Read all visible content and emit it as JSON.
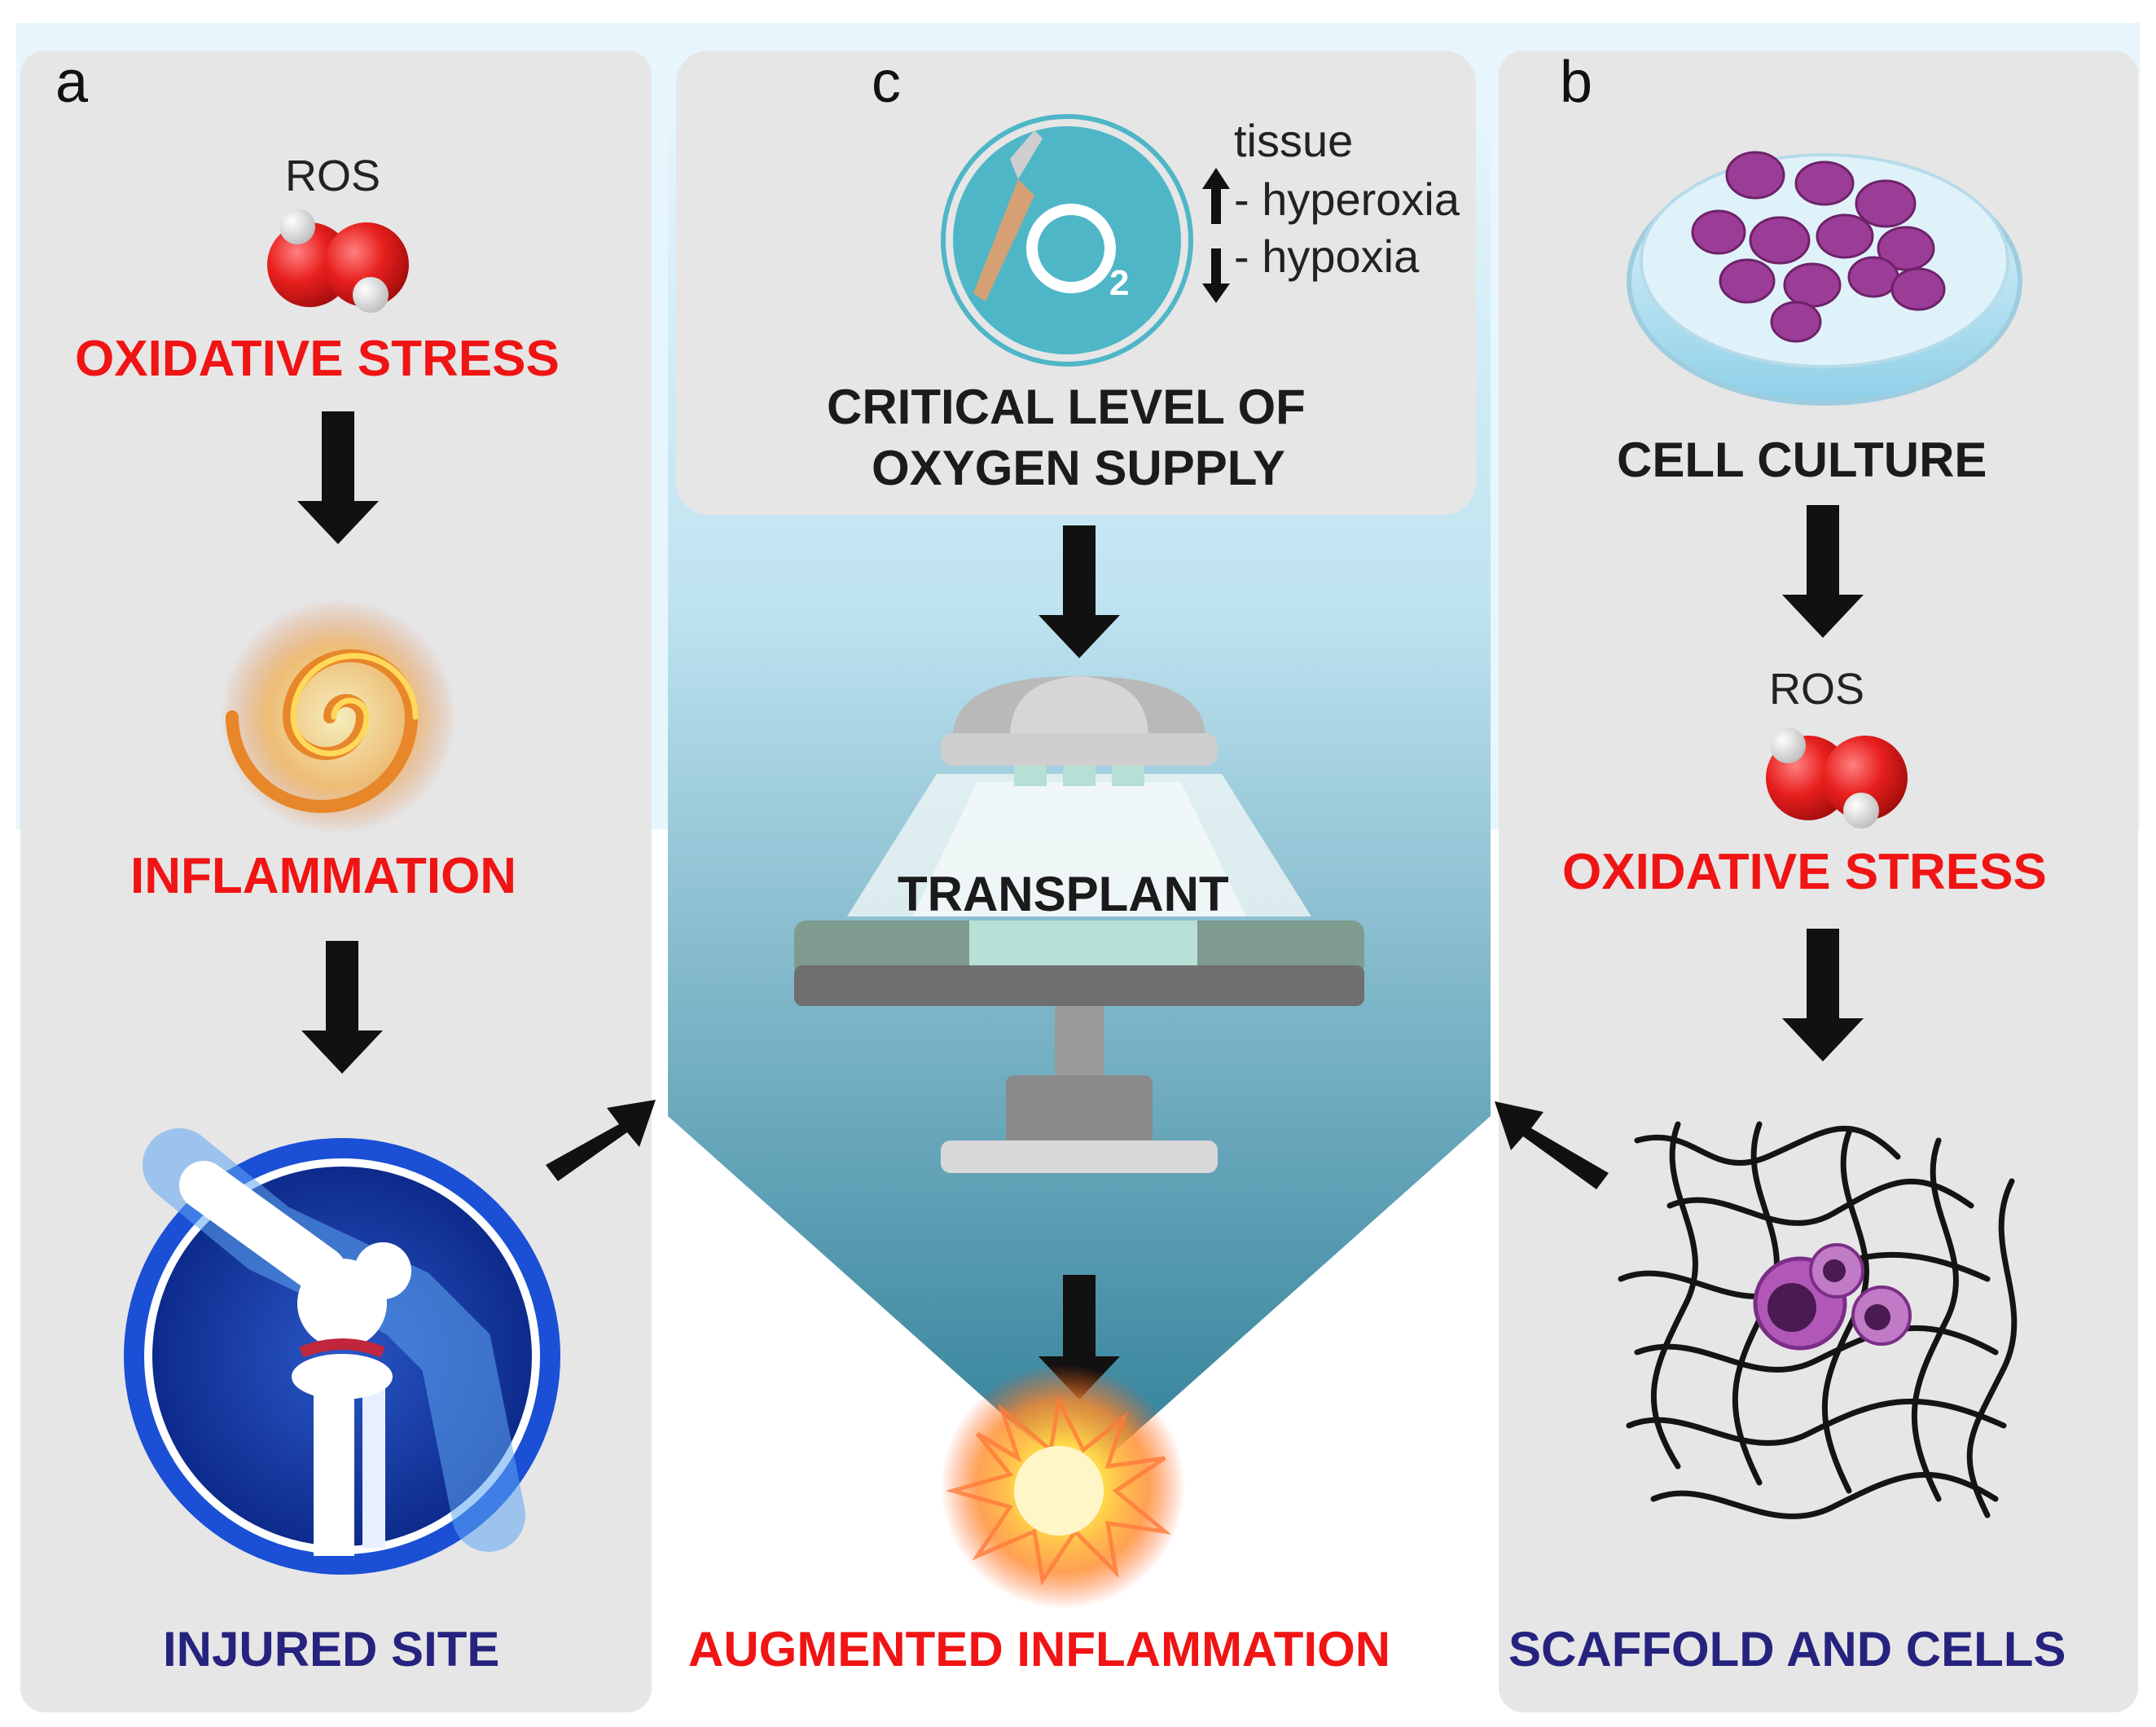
{
  "panels": {
    "a": {
      "letter": "a",
      "ros_label": "ROS",
      "oxidative_stress": "OXIDATIVE STRESS",
      "inflammation": "INFLAMMATION",
      "injured_site": "INJURED SITE"
    },
    "b": {
      "letter": "b",
      "cell_culture": "CELL CULTURE",
      "ros_label": "ROS",
      "oxidative_stress": "OXIDATIVE STRESS",
      "scaffold_and_cells": "SCAFFOLD AND CELLS"
    },
    "c": {
      "letter": "c",
      "tissue": "tissue",
      "hyperoxia": "- hyperoxia",
      "hypoxia": "- hypoxia",
      "critical_line1": "CRITICAL LEVEL OF",
      "critical_line2": "OXYGEN SUPPLY",
      "transplant": "TRANSPLANT",
      "augmented_inflammation": "AUGMENTED INFLAMMATION"
    }
  },
  "colors": {
    "panel_bg": "#e6e6e6",
    "red_text": "#f01414",
    "navy_text": "#26237f",
    "funnel_top": "#d9eef8",
    "funnel_bottom": "#2f7f98",
    "o2_disc": "#4fb6c8",
    "cell_purple": "#9b3d97"
  },
  "icons": [
    "water-molecule-icon",
    "inflammation-swirl-icon",
    "knee-joint-icon",
    "o2-scalpel-icon",
    "petri-dish-icon",
    "surgical-lamp-icon",
    "operating-table-icon",
    "burst-icon",
    "scaffold-network-icon"
  ]
}
